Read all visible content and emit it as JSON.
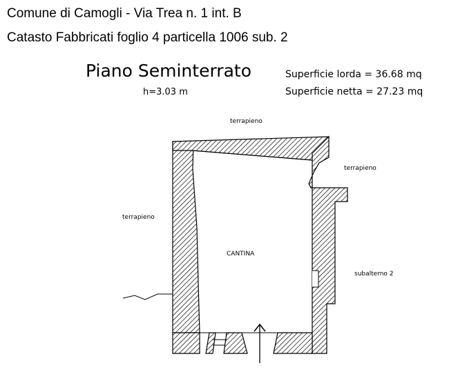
{
  "header": {
    "line1": "Comune di Camogli - Via Trea n. 1 int. B",
    "line2": "Catasto Fabbricati foglio 4 particella 1006 sub. 2"
  },
  "plan": {
    "title": "Piano Seminterrato",
    "height": "h=3.03 m",
    "gross_area": "Superficie lorda = 36.68 mq",
    "net_area": "Superficie netta = 27.23 mq"
  },
  "labels": {
    "top": "terrapieno",
    "left": "terrapieno",
    "right_top": "terrapieno",
    "room": "CANTINA",
    "neighbor": "subalterno 2"
  }
}
